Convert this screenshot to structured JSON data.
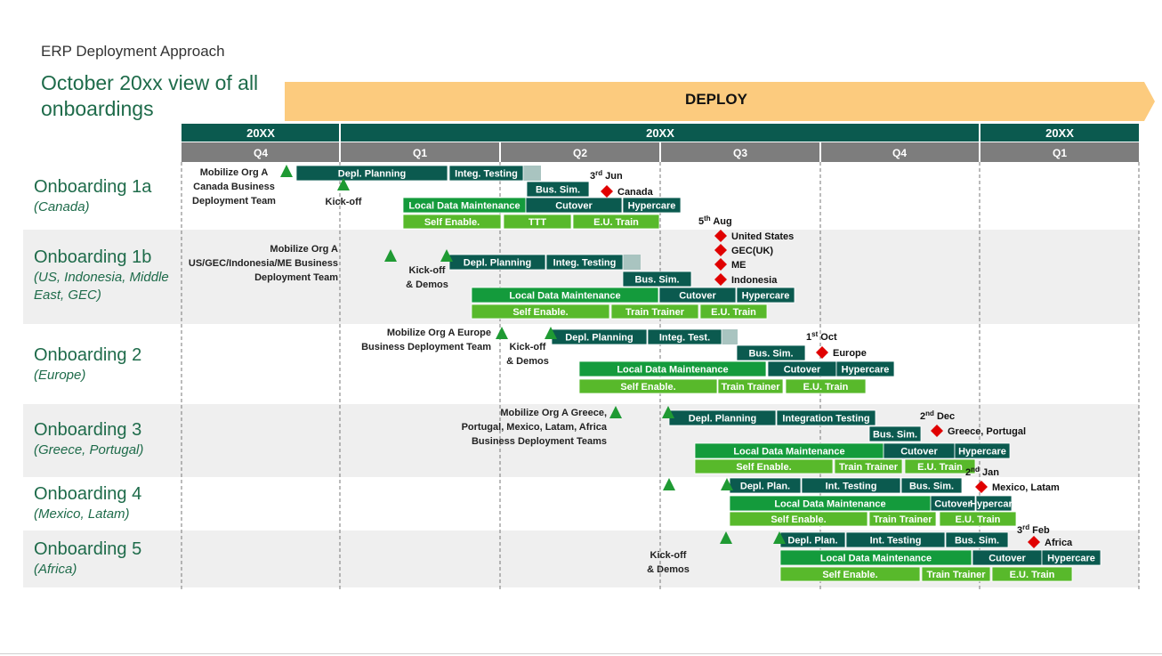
{
  "header": {
    "kicker": "ERP Deployment Approach",
    "title": "October 20xx view of all onboardings"
  },
  "deploy_label": "DEPLOY",
  "colors": {
    "dark_teal": "#0b5a4f",
    "grey": "#7d7d7d",
    "green_mid": "#149b3c",
    "green_light": "#58b92b",
    "milestone_red": "#e00000",
    "arrow": "#fccb7e",
    "row_band": "#efefef",
    "text_green": "#1e6b4a"
  },
  "timeline": {
    "years": [
      "20XX",
      "20XX",
      "20XX"
    ],
    "quarters": [
      "Q4",
      "Q1",
      "Q2",
      "Q3",
      "Q4",
      "Q1"
    ]
  },
  "rows": [
    {
      "name": "Onboarding 1a",
      "sub": "(Canada)"
    },
    {
      "name": "Onboarding 1b",
      "sub": "(US, Indonesia, Middle East, GEC)"
    },
    {
      "name": "Onboarding 2",
      "sub": "(Europe)"
    },
    {
      "name": "Onboarding 3",
      "sub": "(Greece, Portugal)"
    },
    {
      "name": "Onboarding 4",
      "sub": "(Mexico, Latam)"
    },
    {
      "name": "Onboarding 5",
      "sub": "(Africa)"
    }
  ],
  "bars": [
    {
      "label": "Depl. Planning",
      "style": "dark"
    },
    {
      "label": "Integ. Testing",
      "style": "dark"
    },
    {
      "label": "Bus. Sim.",
      "style": "dark"
    },
    {
      "label": "Local Data Maintenance",
      "style": "mid"
    },
    {
      "label": "Cutover",
      "style": "dark"
    },
    {
      "label": "Hypercare",
      "style": "dark"
    },
    {
      "label": "Self Enable.",
      "style": "light"
    },
    {
      "label": "TTT",
      "style": "light"
    },
    {
      "label": "E.U. Train",
      "style": "light"
    },
    {
      "label": "Depl. Planning",
      "style": "dark"
    },
    {
      "label": "Integ. Testing",
      "style": "dark"
    },
    {
      "label": "Bus. Sim.",
      "style": "dark"
    },
    {
      "label": "Local Data Maintenance",
      "style": "mid"
    },
    {
      "label": "Cutover",
      "style": "dark"
    },
    {
      "label": "Hypercare",
      "style": "dark"
    },
    {
      "label": "Self Enable.",
      "style": "light"
    },
    {
      "label": "Train Trainer",
      "style": "light"
    },
    {
      "label": "E.U. Train",
      "style": "light"
    },
    {
      "label": "Depl. Planning",
      "style": "dark"
    },
    {
      "label": "Integ. Test.",
      "style": "dark"
    },
    {
      "label": "Bus. Sim.",
      "style": "dark"
    },
    {
      "label": "Local Data Maintenance",
      "style": "mid"
    },
    {
      "label": "Cutover",
      "style": "dark"
    },
    {
      "label": "Hypercare",
      "style": "dark"
    },
    {
      "label": "Self Enable.",
      "style": "light"
    },
    {
      "label": "Train Trainer",
      "style": "light"
    },
    {
      "label": "E.U. Train",
      "style": "light"
    },
    {
      "label": "Depl. Planning",
      "style": "dark"
    },
    {
      "label": "Integration Testing",
      "style": "dark"
    },
    {
      "label": "Bus. Sim.",
      "style": "dark"
    },
    {
      "label": "Local Data Maintenance",
      "style": "mid"
    },
    {
      "label": "Cutover",
      "style": "dark"
    },
    {
      "label": "Hypercare",
      "style": "dark"
    },
    {
      "label": "Self Enable.",
      "style": "light"
    },
    {
      "label": "Train Trainer",
      "style": "light"
    },
    {
      "label": "E.U. Train",
      "style": "light"
    },
    {
      "label": "Depl. Plan.",
      "style": "dark"
    },
    {
      "label": "Int. Testing",
      "style": "dark"
    },
    {
      "label": "Bus. Sim.",
      "style": "dark"
    },
    {
      "label": "Local Data Maintenance",
      "style": "mid"
    },
    {
      "label": "Cutover",
      "style": "dark"
    },
    {
      "label": "Hypercare",
      "style": "dark"
    },
    {
      "label": "Self Enable.",
      "style": "light"
    },
    {
      "label": "Train Trainer",
      "style": "light"
    },
    {
      "label": "E.U. Train",
      "style": "light"
    },
    {
      "label": "Depl. Plan.",
      "style": "dark"
    },
    {
      "label": "Int. Testing",
      "style": "dark"
    },
    {
      "label": "Bus. Sim.",
      "style": "dark"
    },
    {
      "label": "Local Data Maintenance",
      "style": "mid"
    },
    {
      "label": "Cutover",
      "style": "dark"
    },
    {
      "label": "Hypercare",
      "style": "dark"
    },
    {
      "label": "Self Enable.",
      "style": "light"
    },
    {
      "label": "Train Trainer",
      "style": "light"
    },
    {
      "label": "E.U. Train",
      "style": "light"
    }
  ],
  "ghosts": [
    1,
    2,
    3
  ],
  "triangles": [
    1,
    2,
    3,
    4,
    5,
    6,
    7,
    8,
    9,
    10,
    11,
    12
  ],
  "annotations": [
    {
      "lines": [
        "Mobilize Org A",
        "Canada Business",
        "Deployment Team"
      ]
    },
    {
      "lines": [
        "Kick-off"
      ]
    },
    {
      "lines": [
        "Mobilize Org A",
        "US/GEC/Indonesia/ME  Business",
        "Deployment Team"
      ]
    },
    {
      "lines": [
        "Kick-off",
        "& Demos"
      ]
    },
    {
      "lines": [
        "Mobilize Org A Europe",
        "Business Deployment Team"
      ]
    },
    {
      "lines": [
        "Kick-off",
        "& Demos"
      ]
    },
    {
      "lines": [
        "Mobilize Org A Greece,",
        "Portugal, Mexico, Latam, Africa",
        "Business Deployment Teams"
      ]
    },
    {
      "lines": [
        "Kick-off",
        "& Demos"
      ]
    }
  ],
  "dates": [
    {
      "num": "3",
      "sup": "rd",
      "text": " Jun"
    },
    {
      "num": "5",
      "sup": "th",
      "text": " Aug"
    },
    {
      "num": "1",
      "sup": "st",
      "text": " Oct"
    },
    {
      "num": "2",
      "sup": "nd",
      "text": " Dec"
    },
    {
      "num": "2",
      "sup": "nd",
      "text": " Jan"
    },
    {
      "num": "3",
      "sup": "rd",
      "text": " Feb"
    }
  ],
  "go_lives": [
    {
      "label": "Canada"
    },
    {
      "label": "United States"
    },
    {
      "label": "GEC(UK)"
    },
    {
      "label": "ME"
    },
    {
      "label": "Indonesia"
    },
    {
      "label": "Europe"
    },
    {
      "label": "Greece, Portugal"
    },
    {
      "label": "Mexico, Latam"
    },
    {
      "label": "Africa"
    }
  ]
}
